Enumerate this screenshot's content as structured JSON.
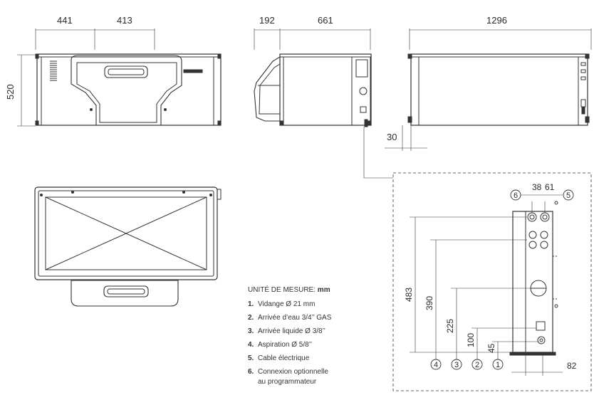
{
  "dimensions": {
    "front_left_width": "441",
    "front_right_width": "413",
    "front_height": "520",
    "side_depth_a": "192",
    "side_depth_b": "661",
    "top_width": "1296",
    "foot_offset": "30",
    "detail_height_total": "483",
    "detail_h_390": "390",
    "detail_h_225": "225",
    "detail_h_100": "100",
    "detail_h_45": "45",
    "detail_top_38": "38",
    "detail_top_61": "61",
    "detail_bottom_82": "82"
  },
  "callouts": {
    "c1": "1",
    "c2": "2",
    "c3": "3",
    "c4": "4",
    "c5": "5",
    "c6": "6"
  },
  "legend": {
    "unit_label": "UNITÉ DE MESURE:",
    "unit_value": "mm",
    "items": [
      {
        "num": "1.",
        "text": "Vidange Ø 21 mm"
      },
      {
        "num": "2.",
        "text": "Arrivée d’eau 3/4’’ GAS"
      },
      {
        "num": "3.",
        "text": "Arrivée liquide Ø 3/8’’"
      },
      {
        "num": "4.",
        "text": "Aspiration Ø 5/8’’"
      },
      {
        "num": "5.",
        "text": "Cable électrique"
      },
      {
        "num": "6.",
        "text": "Connexion optionnelle"
      }
    ],
    "item6_line2": "au programmateur"
  }
}
